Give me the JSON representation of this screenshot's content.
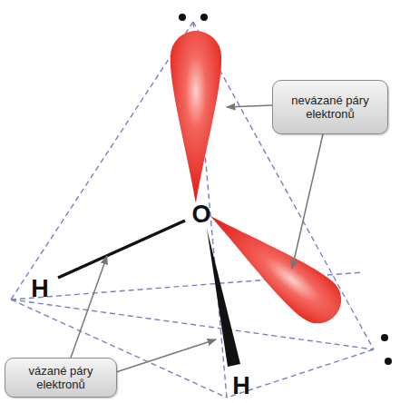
{
  "diagram": {
    "nodes": [
      {
        "text": [
          "nevázané páry elektronů"
        ]
      },
      {
        "text": [
          "vázané páry elektronů"
        ]
      }
    ],
    "labels": [
      "O",
      "H",
      "H"
    ]
  }
}
